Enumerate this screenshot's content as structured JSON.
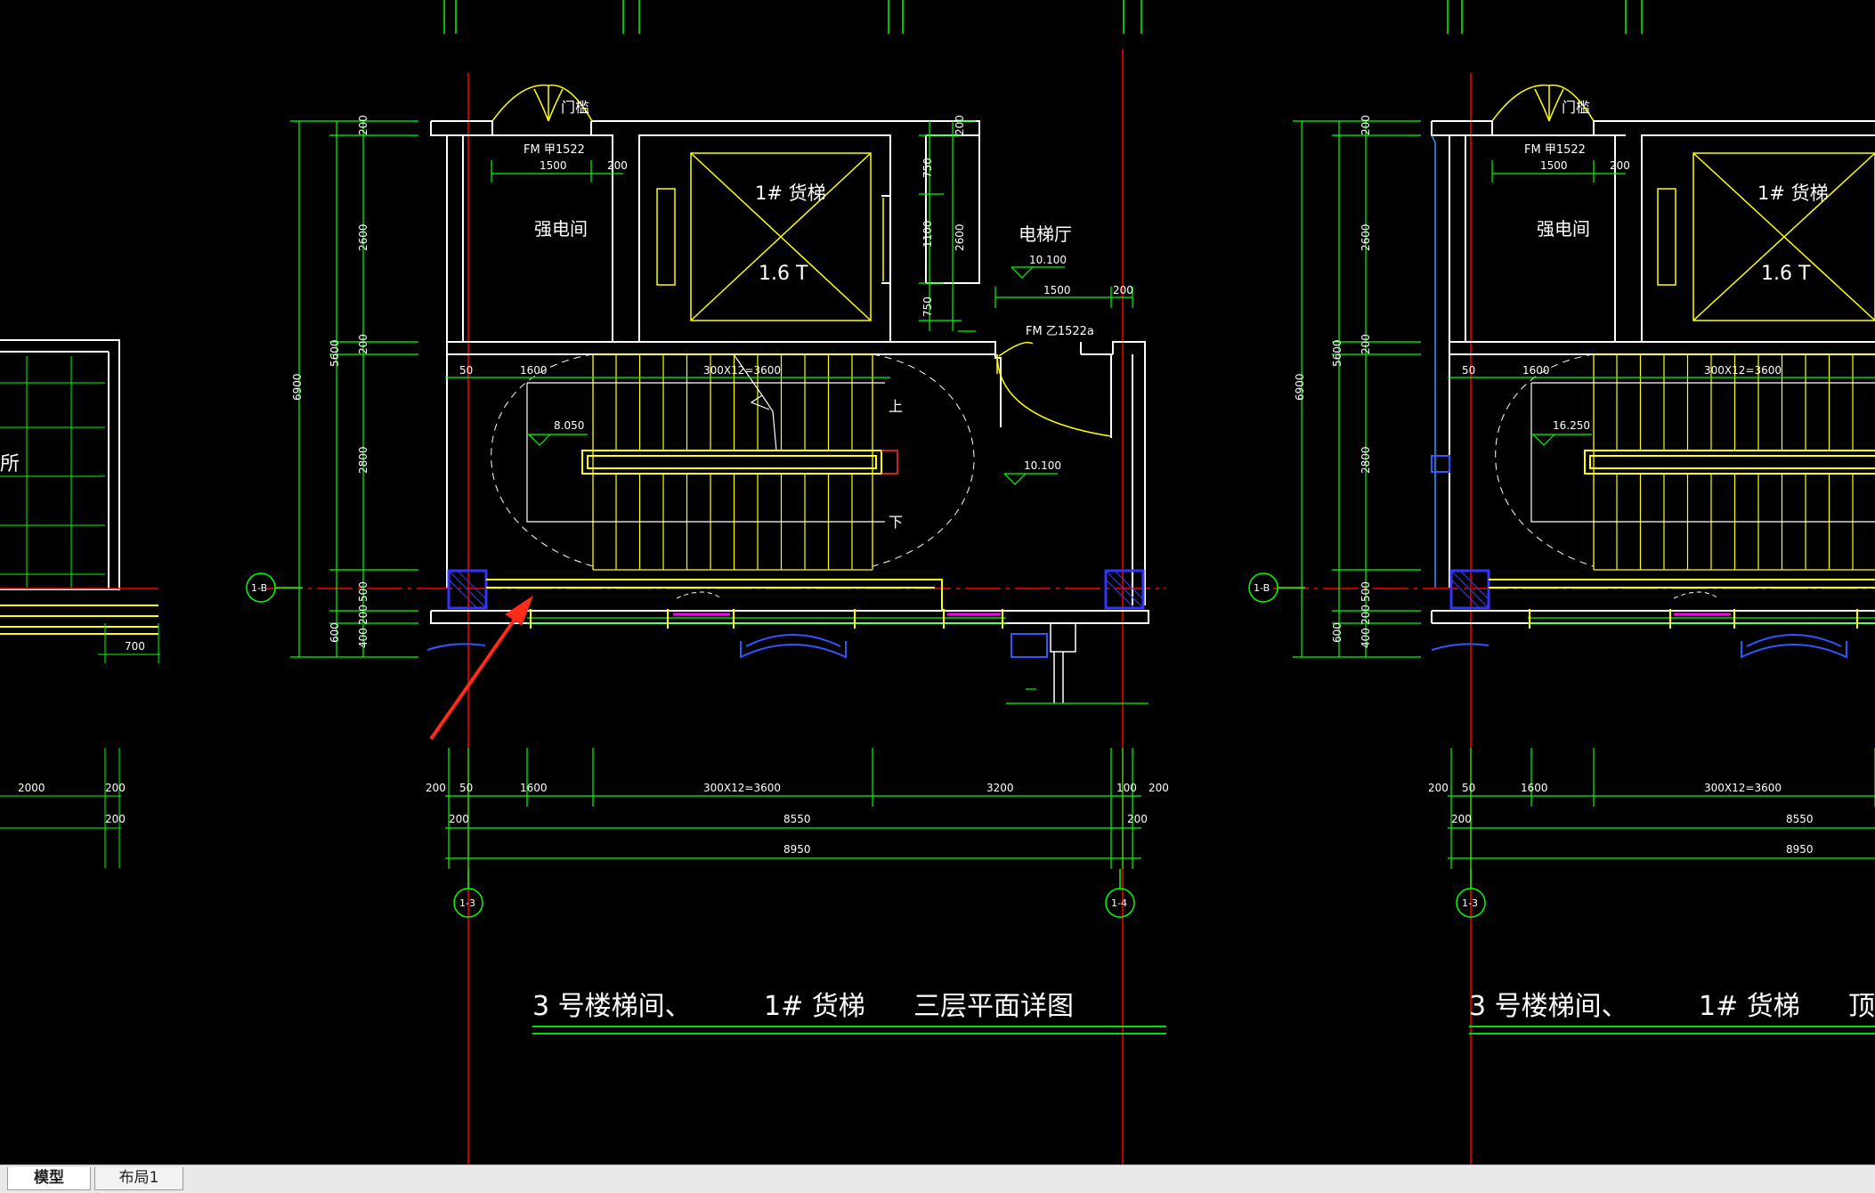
{
  "colors": {
    "background": "#000000",
    "wall": "#ffffff",
    "dimension": "#00ff00",
    "axis": "#ff0000",
    "detail": "#ffff00",
    "column": "#3333ff",
    "window_accent": "#ff00ff",
    "annotation_arrow": "#ff2a1a"
  },
  "drawings": [
    {
      "title_parts": [
        "3 号楼梯间、",
        "1# 货梯",
        "三层平面详图"
      ],
      "door_sill": "门槛",
      "fire_door_a": "FM 甲1522",
      "fire_door_b": "FM 乙1522a",
      "room_electric": "强电间",
      "elevator_name": "1# 货梯",
      "elevator_capacity": "1.6 T",
      "elevator_hall": "电梯厅",
      "stair_up": "上",
      "stair_down": "下",
      "level_landing": "8.050",
      "level_hall_a": "10.100",
      "level_hall_b": "10.100",
      "dim_1500": "1500",
      "dim_200": "200",
      "dim_top_run": "300X12=3600",
      "dim_50": "50",
      "dim_1600": "1600",
      "left_dims": [
        "200",
        "2600",
        "200",
        "2800",
        "500",
        "200",
        "400"
      ],
      "left_total_a": "5600",
      "left_total_b": "6900",
      "left_600": "600",
      "right_dims": [
        "200",
        "750",
        "1100",
        "750",
        "2600"
      ],
      "bottom_row1": [
        "200",
        "50",
        "1600",
        "300X12=3600",
        "3200",
        "100",
        "200"
      ],
      "bottom_row2_sides": [
        "200",
        "200"
      ],
      "bottom_row2": "8550",
      "bottom_row3": "8950",
      "axis_bubbles": [
        "1-B",
        "1-3",
        "1-4"
      ]
    },
    {
      "title_parts": [
        "3 号楼梯间、",
        "1# 货梯",
        "顶"
      ],
      "door_sill": "门槛",
      "fire_door_a": "FM 甲1522",
      "room_electric": "强电间",
      "elevator_name": "1# 货梯",
      "elevator_capacity": "1.6 T",
      "level_landing": "16.250",
      "dim_1500": "1500",
      "dim_200": "200",
      "dim_top_run": "300X12=3600",
      "dim_50": "50",
      "dim_1600": "1600",
      "left_dims": [
        "200",
        "2600",
        "200",
        "2800",
        "500",
        "200",
        "400"
      ],
      "left_total_a": "5600",
      "left_total_b": "6900",
      "left_600": "600",
      "bottom_row1": [
        "200",
        "50",
        "1600",
        "300X12=3600"
      ],
      "bottom_row2_sides": [
        "200"
      ],
      "bottom_row2": "8550",
      "bottom_row3": "8950",
      "axis_bubbles": [
        "1-B",
        "1-3"
      ]
    }
  ],
  "left_fragment": {
    "room_label_partial": "所",
    "dim_700": "700",
    "dim_2000": "2000",
    "dim_200a": "200",
    "dim_200b": "200"
  },
  "tabs": [
    {
      "label": "模型",
      "active": true
    },
    {
      "label": "布局1",
      "active": false
    }
  ]
}
